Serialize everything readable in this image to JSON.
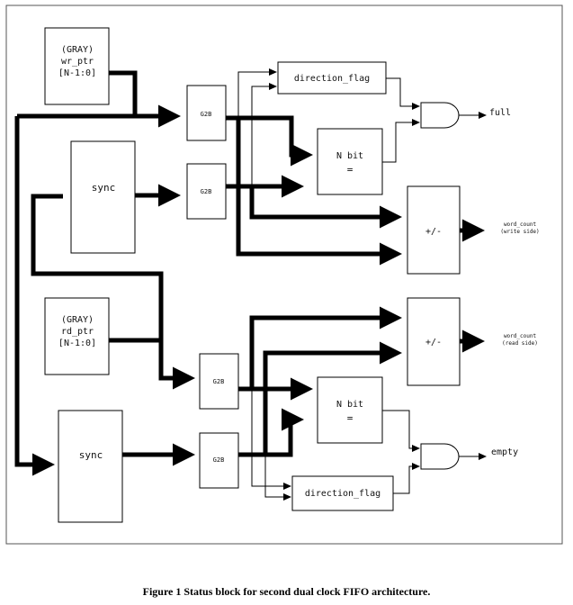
{
  "blocks": {
    "gray_wr": [
      "(GRAY)",
      "wr_ptr",
      "[N-1:0]"
    ],
    "gray_rd": [
      "(GRAY)",
      "rd_ptr",
      "[N-1:0]"
    ],
    "sync": "sync",
    "g2b": "G2B",
    "direction_flag": "direction_flag",
    "nbit": [
      "N bit",
      "="
    ],
    "addsub": "+/-"
  },
  "signals": {
    "full": "full",
    "empty": "empty",
    "word_count_write": [
      "word_count",
      "(write side)"
    ],
    "word_count_read": [
      "word_count",
      "(read side)"
    ]
  },
  "caption": "Figure 1 Status block for second dual clock FIFO architecture."
}
